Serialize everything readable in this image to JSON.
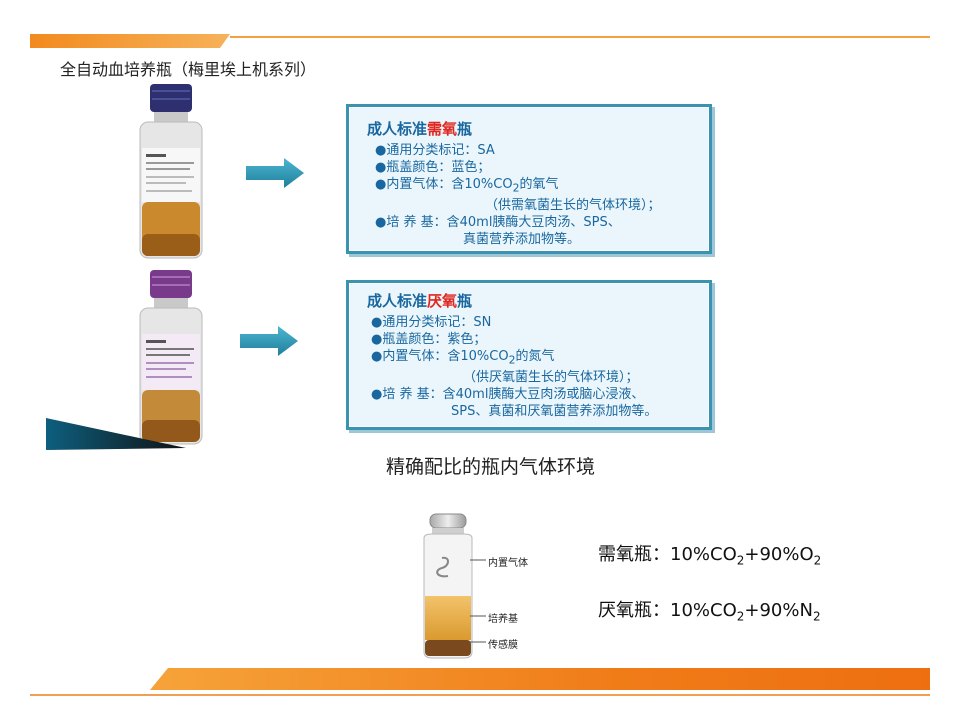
{
  "page_title": "全自动血培养瓶（梅里埃上机系列）",
  "aerobic_box": {
    "title_prefix": "成人标准",
    "title_highlight": "需氧",
    "title_suffix": "瓶",
    "line1": "●通用分类标记：SA",
    "line2": "●瓶盖颜色：蓝色；",
    "line3_pre": "●内置气体：含10%CO",
    "line3_sub": "2",
    "line3_post": "的氧气",
    "line4": "（供需氧菌生长的气体环境）；",
    "line5": "●培 养 基：含40ml胰酶大豆肉汤、SPS、",
    "line6": "真菌营养添加物等。"
  },
  "anaerobic_box": {
    "title_prefix": "成人标准",
    "title_highlight": "厌氧",
    "title_suffix": "瓶",
    "line1": "●通用分类标记：SN",
    "line2": "●瓶盖颜色：紫色；",
    "line3_pre": "●内置气体：含10%CO",
    "line3_sub": "2",
    "line3_post": "的氮气",
    "line4": "（供厌氧菌生长的气体环境）；",
    "line5": "●培 养 基：含40ml胰酶大豆肉汤或脑心浸液、",
    "line6": "SPS、真菌和厌氧菌营养添加物等。"
  },
  "env_caption": "精确配比的瓶内气体环境",
  "diagram_labels": {
    "gas": "内置气体",
    "medium": "培养基",
    "sensor": "传感膜"
  },
  "formula_aerobic": {
    "label": "需氧瓶：",
    "p1": "10%CO",
    "s1": "2",
    "p2": "+90%O",
    "s2": "2"
  },
  "formula_anaerobic": {
    "label": "厌氧瓶：",
    "p1": "10%CO",
    "s1": "2",
    "p2": "+90%N",
    "s2": "2"
  },
  "colors": {
    "accent_orange": "#f39a2b",
    "box_border": "#3a93b0",
    "box_text": "#1a67a0",
    "highlight_red": "#e0261f",
    "aerobic_cap": "#2d2f6e",
    "anaerobic_cap": "#7a3a8c"
  }
}
